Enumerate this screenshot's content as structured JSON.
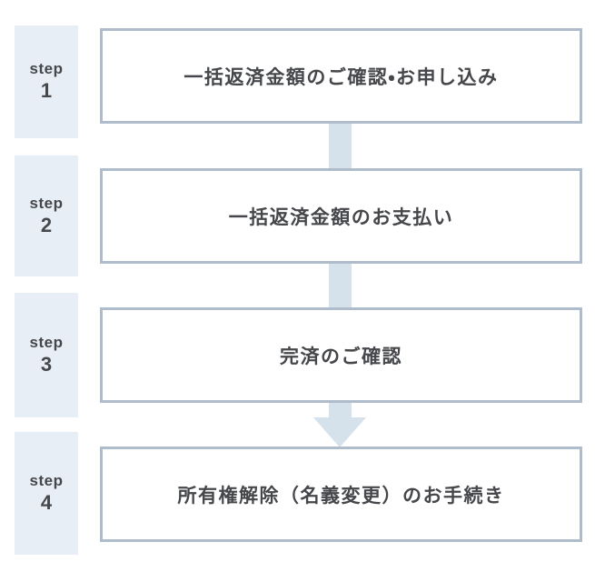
{
  "diagram": {
    "type": "vertical-step-flow",
    "steps": [
      {
        "step_word": "step",
        "number": "1",
        "title": "一括返済金額のご確認・お申し込み"
      },
      {
        "step_word": "step",
        "number": "2",
        "title": "一括返済金額のお支払い"
      },
      {
        "step_word": "step",
        "number": "3",
        "title": "完済のご確認"
      },
      {
        "step_word": "step",
        "number": "4",
        "title": "所有権解除（名義変更）のお手続き"
      }
    ],
    "connectors": [
      {
        "from": "step 1",
        "to": "step 2",
        "style": "bar"
      },
      {
        "from": "step 2",
        "to": "step 3",
        "style": "bar"
      },
      {
        "from": "step 3",
        "to": "step 4",
        "style": "arrow-down"
      }
    ]
  },
  "colors": {
    "page_bg": "#ffffff",
    "step_label_bg": "#e8eef6",
    "box_border": "#aebccb",
    "box_bg": "#ffffff",
    "connector": "#d5e2ec",
    "text": "#45474b"
  }
}
